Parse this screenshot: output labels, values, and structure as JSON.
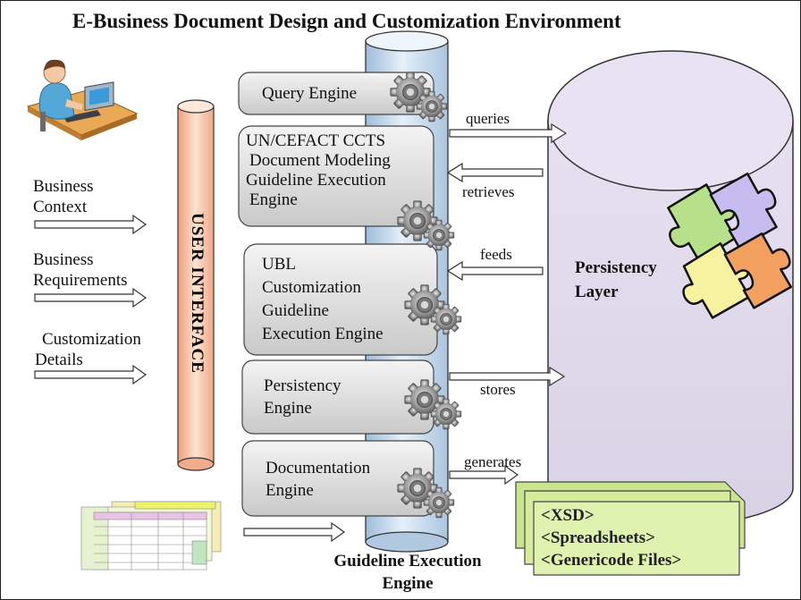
{
  "title": "E-Business Document Design and Customization Environment",
  "inputs": {
    "business_context": [
      "Business",
      "Context"
    ],
    "business_requirements": [
      "Business",
      "Requirements"
    ],
    "customization_details": [
      "Customization",
      "Details"
    ]
  },
  "user_interface_label": "USER INTERFACE",
  "engines": {
    "query": [
      "Query Engine"
    ],
    "ccts": [
      "UN/CEFACT CCTS",
      "Document Modeling",
      "Guideline Execution",
      "Engine"
    ],
    "ubl": [
      "UBL",
      "Customization",
      "Guideline",
      "Execution Engine"
    ],
    "persistency": [
      "Persistency",
      "Engine"
    ],
    "documentation": [
      "Documentation",
      "Engine"
    ]
  },
  "flows": {
    "queries": "queries",
    "retrieves": "retrieves",
    "feeds": "feeds",
    "stores": "stores",
    "generates": "generates"
  },
  "guideline_label": [
    "Guideline Execution",
    "Engine"
  ],
  "persistency_layer": [
    "Persistency",
    "Layer"
  ],
  "outputs": [
    "<XSD>",
    "<Spreadsheets>",
    "<Genericode Files>"
  ],
  "colors": {
    "cylinder_blue": "#c8dcf0",
    "interface_orange": "#f6c6a8",
    "persistency_purple": "#e2dcee",
    "document_green": "#d6ec9c",
    "puzzle_green": "#b6e08a",
    "puzzle_lilac": "#c6bcf0",
    "puzzle_orange": "#f2a060",
    "puzzle_yellow": "#f6f2a0"
  },
  "icons": [
    "user-at-computer-icon",
    "gear-icon",
    "puzzle-icon",
    "spreadsheet-thumbnail-icon"
  ]
}
